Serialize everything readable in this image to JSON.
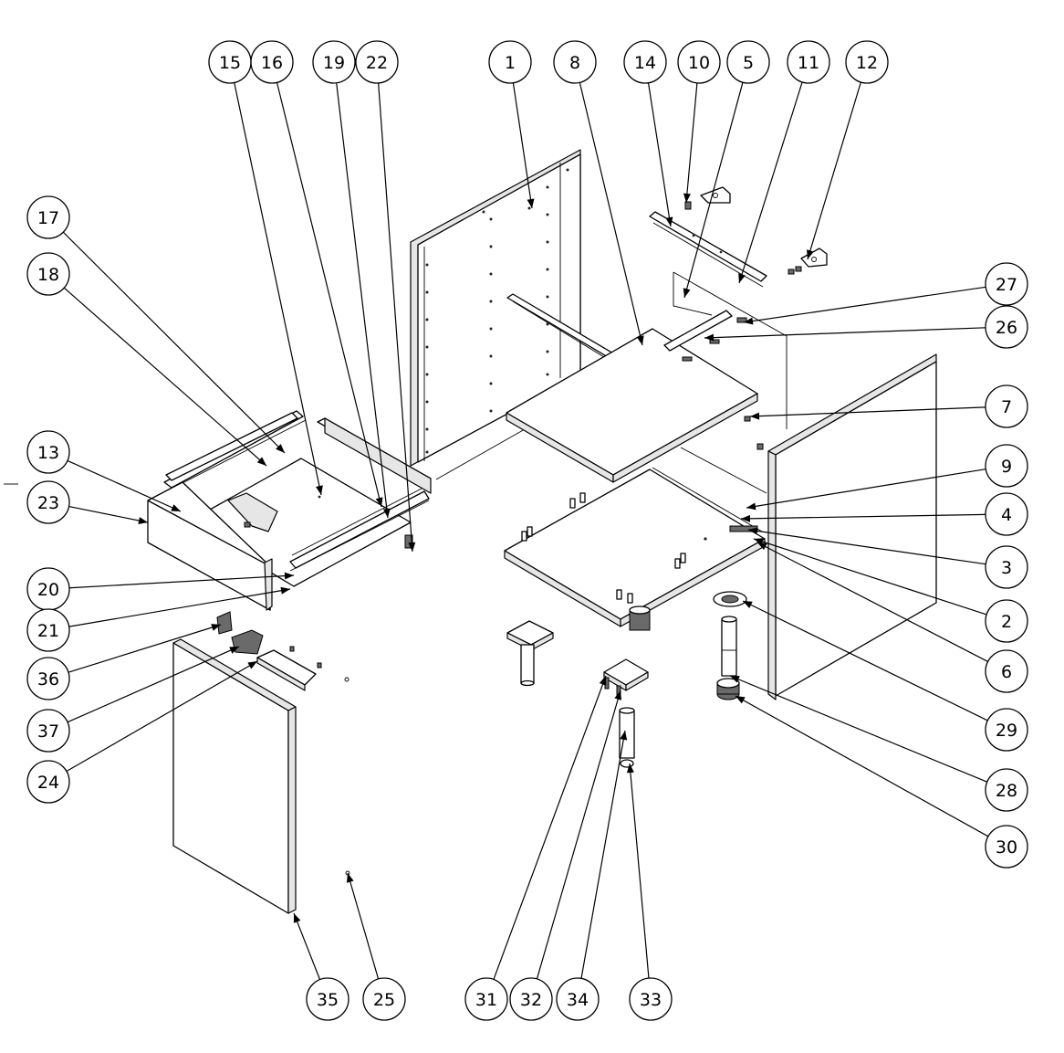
{
  "diagram": {
    "balloons": [
      {
        "label": "15"
      },
      {
        "label": "16"
      },
      {
        "label": "19"
      },
      {
        "label": "22"
      },
      {
        "label": "1"
      },
      {
        "label": "8"
      },
      {
        "label": "14"
      },
      {
        "label": "10"
      },
      {
        "label": "5"
      },
      {
        "label": "11"
      },
      {
        "label": "12"
      },
      {
        "label": "17"
      },
      {
        "label": "18"
      },
      {
        "label": "13"
      },
      {
        "label": "23"
      },
      {
        "label": "20"
      },
      {
        "label": "21"
      },
      {
        "label": "36"
      },
      {
        "label": "37"
      },
      {
        "label": "24"
      },
      {
        "label": "27"
      },
      {
        "label": "26"
      },
      {
        "label": "7"
      },
      {
        "label": "9"
      },
      {
        "label": "4"
      },
      {
        "label": "3"
      },
      {
        "label": "2"
      },
      {
        "label": "6"
      },
      {
        "label": "29"
      },
      {
        "label": "28"
      },
      {
        "label": "30"
      },
      {
        "label": "35"
      },
      {
        "label": "25"
      },
      {
        "label": "31"
      },
      {
        "label": "32"
      },
      {
        "label": "34"
      },
      {
        "label": "33"
      }
    ]
  }
}
